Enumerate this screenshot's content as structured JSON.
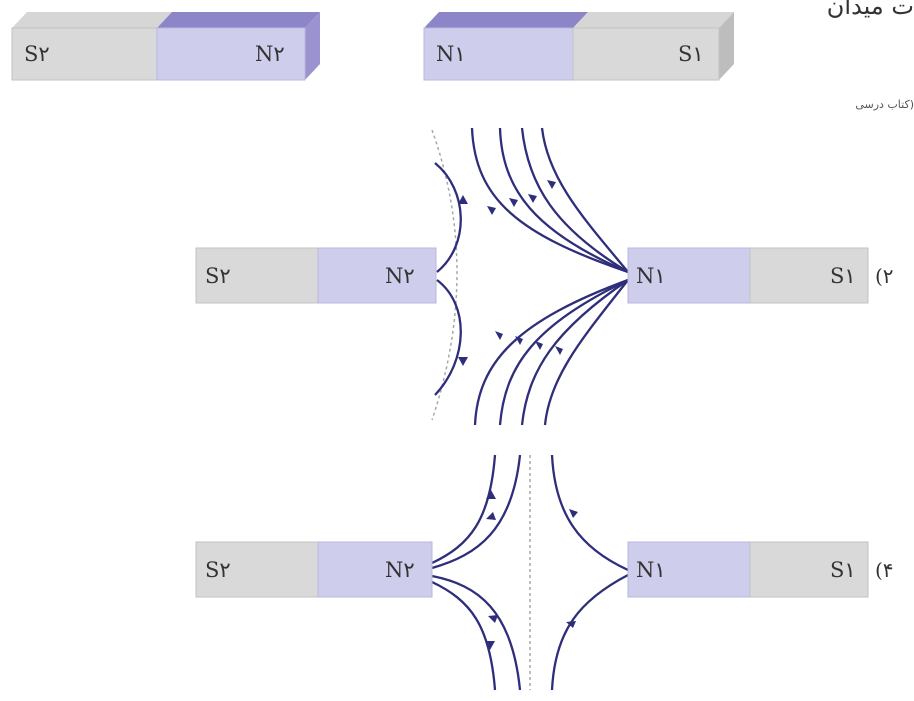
{
  "header_text": "ت میدان",
  "note_text": "کتاب درسی)",
  "colors": {
    "north_fill": "#cfcdec",
    "south_fill": "#d9d9d9",
    "north_top": "#8c85c8",
    "south_top": "#bdbdbd",
    "field_line": "#2e2e7a",
    "dashed_line": "#9a9a9a"
  },
  "top_magnets": {
    "magnet2": {
      "south": "S۲",
      "north": "N۲"
    },
    "magnet1": {
      "north": "N۱",
      "south": "S۱"
    }
  },
  "option2": {
    "number": "(۲",
    "magnet2": {
      "south": "S۲",
      "north": "N۲"
    },
    "magnet1": {
      "north": "N۱",
      "south": "S۱"
    }
  },
  "option4": {
    "number": "(۴",
    "magnet2": {
      "south": "S۲",
      "north": "N۲"
    },
    "magnet1": {
      "north": "N۱",
      "south": "S۱"
    }
  }
}
